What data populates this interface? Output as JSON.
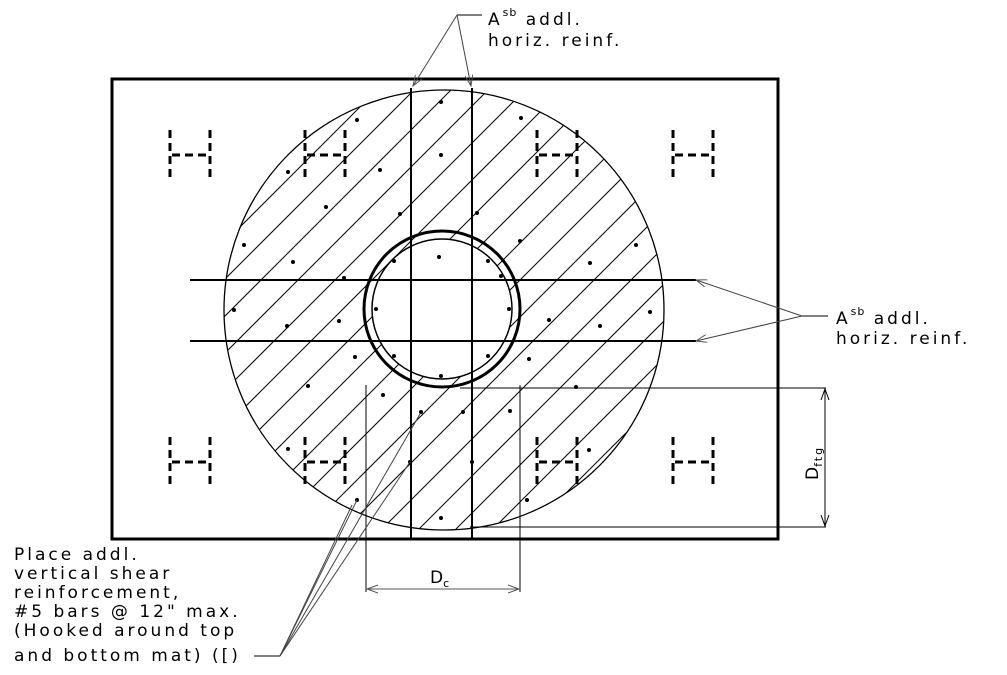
{
  "top_label": {
    "symbol": "A",
    "superscript": "sb",
    "line1_rest": " addl.",
    "line2": "horiz. reinf."
  },
  "right_label": {
    "symbol": "A",
    "superscript": "sb",
    "line1_rest": " addl.",
    "line2": "horiz. reinf."
  },
  "dim_column": {
    "symbol": "D",
    "subscript": "c"
  },
  "dim_footing": {
    "symbol": "D",
    "subscript": "ftg"
  },
  "note": {
    "lines": [
      "Place addl.",
      "vertical shear",
      "reinforcement,",
      "#5 bars @ 12\" max.",
      "(Hooked around top",
      "and bottom mat) ([)"
    ]
  }
}
